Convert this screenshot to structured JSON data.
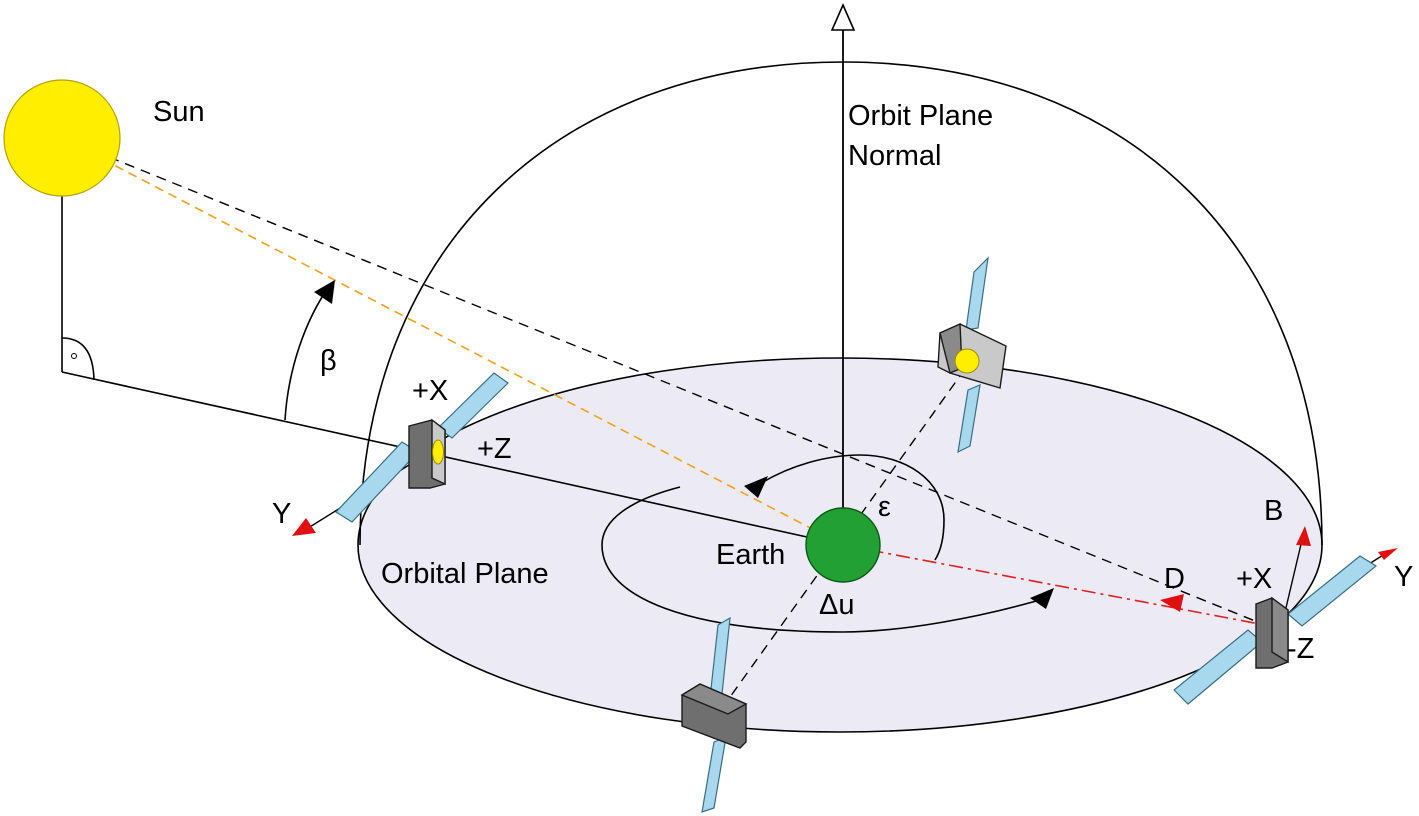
{
  "labels": {
    "sun": "Sun",
    "orbit_plane_normal_line1": "Orbit Plane",
    "orbit_plane_normal_line2": "Normal",
    "beta": "β",
    "plus_x_left": "+X",
    "plus_z_left": "+Z",
    "y_left": "Y",
    "orbital_plane": "Orbital Plane",
    "earth": "Earth",
    "epsilon": "ε",
    "delta_u": "Δu",
    "b": "B",
    "d": "D",
    "plus_x_right": "+X",
    "y_right": "Y",
    "minus_z_right": "-Z"
  },
  "colors": {
    "sun": "#ffee00",
    "sun_outline": "#b8a000",
    "earth": "#22a033",
    "earth_outline": "#0c5a16",
    "orbital_plane_fill": "#ecebf5",
    "sun_ray": "#f0a020",
    "d_direction": "#e02020",
    "vector_arrowhead": "#e01010",
    "solar_panel": "#a7d8ee",
    "sun_sensor": "#ffee00"
  }
}
